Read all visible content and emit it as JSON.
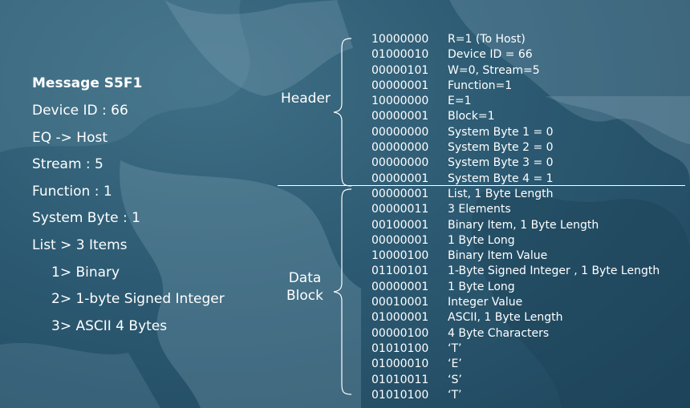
{
  "left": {
    "title": "Message S5F1",
    "lines": [
      "Device ID : 66",
      "EQ -> Host",
      "Stream : 5",
      "Function : 1",
      "System Byte : 1",
      "List > 3 Items"
    ],
    "sub_items": [
      "1> Binary",
      "2> 1-byte Signed Integer",
      "3> ASCII 4 Bytes"
    ]
  },
  "labels": {
    "header": "Header",
    "data_line1": "Data",
    "data_line2": "Block"
  },
  "header_rows": [
    {
      "bits": "10000000",
      "desc": "R=1 (To Host)"
    },
    {
      "bits": "01000010",
      "desc": "Device ID = 66"
    },
    {
      "bits": "00000101",
      "desc": "W=0, Stream=5"
    },
    {
      "bits": "00000001",
      "desc": "Function=1"
    },
    {
      "bits": "10000000",
      "desc": "E=1"
    },
    {
      "bits": "00000001",
      "desc": "Block=1"
    },
    {
      "bits": "00000000",
      "desc": "System Byte 1 = 0"
    },
    {
      "bits": "00000000",
      "desc": "System Byte 2 = 0"
    },
    {
      "bits": "00000000",
      "desc": "System Byte 3 = 0"
    },
    {
      "bits": "00000001",
      "desc": "System Byte 4 = 1"
    }
  ],
  "data_rows": [
    {
      "bits": "00000001",
      "desc": "List, 1 Byte Length"
    },
    {
      "bits": "00000011",
      "desc": "3 Elements"
    },
    {
      "bits": "00100001",
      "desc": "Binary Item, 1 Byte Length"
    },
    {
      "bits": "00000001",
      "desc": "1 Byte Long"
    },
    {
      "bits": "10000100",
      "desc": "Binary Item Value"
    },
    {
      "bits": "01100101",
      "desc": "1-Byte Signed Integer , 1 Byte Length"
    },
    {
      "bits": "00000001",
      "desc": "1 Byte Long"
    },
    {
      "bits": "00010001",
      "desc": "Integer Value"
    },
    {
      "bits": "01000001",
      "desc": "ASCII, 1 Byte Length"
    },
    {
      "bits": "00000100",
      "desc": "4 Byte Characters"
    },
    {
      "bits": "01010100",
      "desc": "‘T’"
    },
    {
      "bits": "01000010",
      "desc": "‘E’"
    },
    {
      "bits": "01010011",
      "desc": "‘S’"
    },
    {
      "bits": "01010100",
      "desc": "‘T’"
    }
  ]
}
